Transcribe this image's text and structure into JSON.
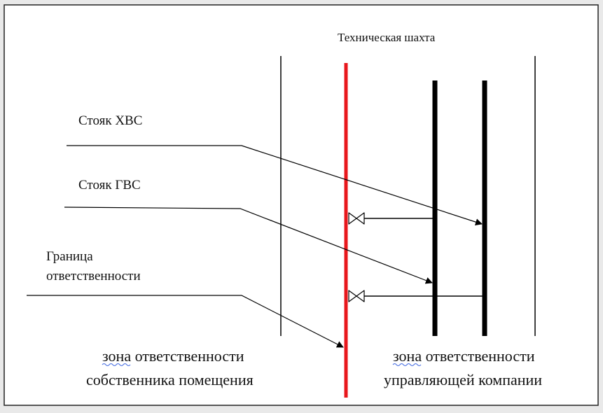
{
  "diagram": {
    "title": "Техническая шахта",
    "labels": {
      "cold_riser": "Стояк ХВС",
      "hot_riser": "Стояк ГВС",
      "boundary_line1": "Граница",
      "boundary_line2": "ответственности"
    },
    "zones": {
      "owner_line1": "зона ответственности",
      "owner_line2": "собственника помещения",
      "company_line1": "зона ответственности",
      "company_line2": "управляющей компании"
    },
    "colors": {
      "boundary_line": "#e8171c",
      "riser_pipe": "#000000",
      "shaft_wall": "#000000",
      "spellcheck_underline": "#4169e1"
    }
  }
}
